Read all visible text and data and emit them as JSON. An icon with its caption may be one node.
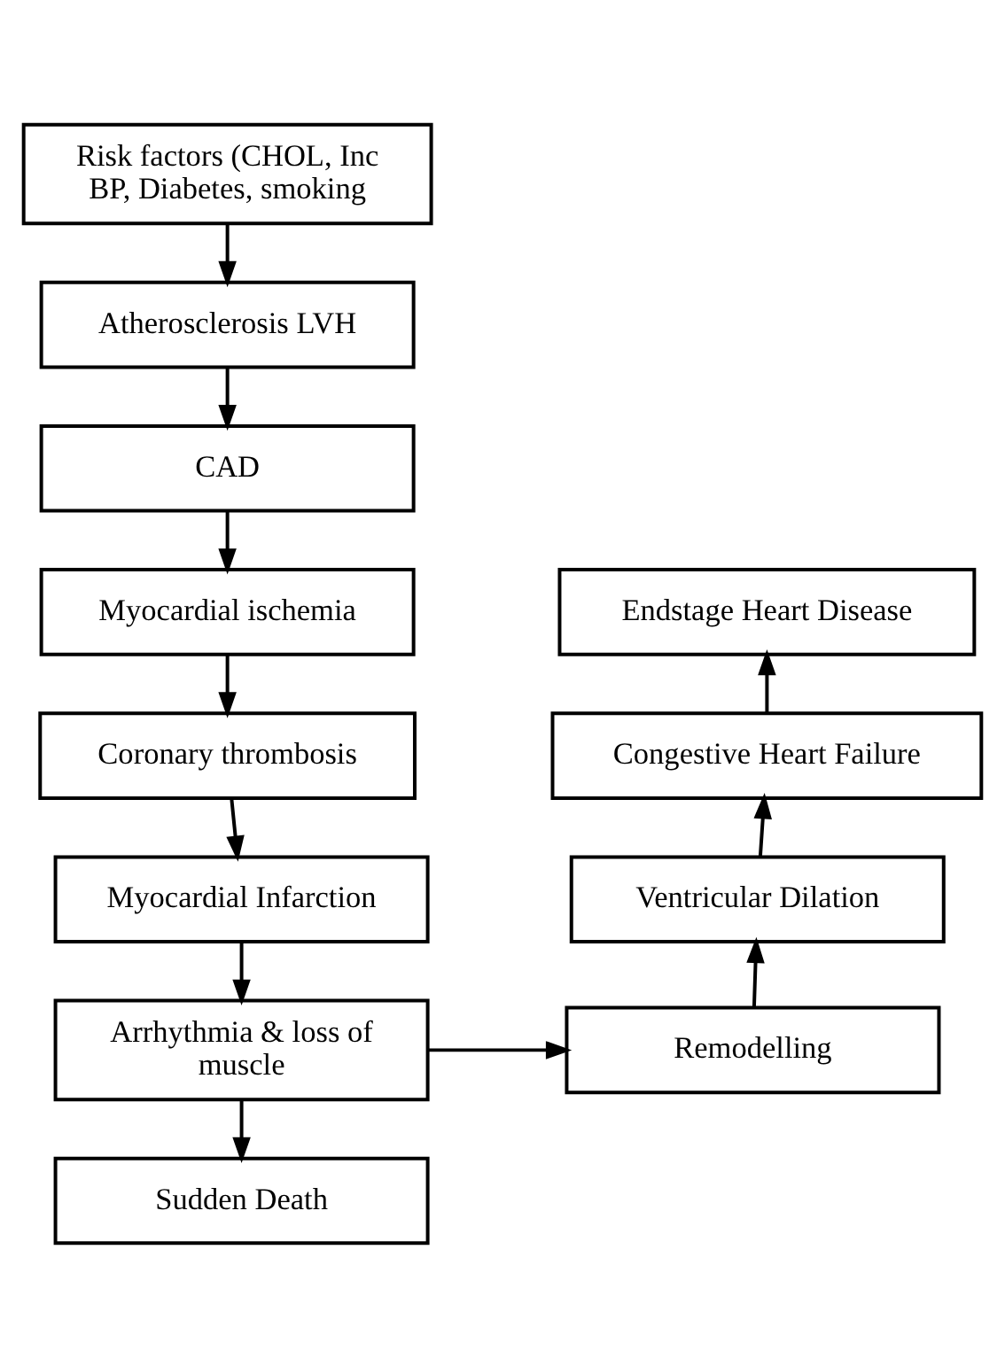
{
  "diagram": {
    "nodes": [
      {
        "text": [
          "Risk factors (CHOL, Inc BP, Diabetes, smoking"
        ]
      },
      {
        "text": [
          "Atherosclerosis LVH"
        ]
      },
      {
        "text": [
          "CAD"
        ]
      },
      {
        "text": [
          "Myocardial ischemia"
        ]
      },
      {
        "text": [
          "Coronary thrombosis"
        ]
      },
      {
        "text": [
          "Myocardial Infarction"
        ]
      },
      {
        "text": [
          "Arrhythmia & loss of muscle"
        ]
      },
      {
        "text": [
          "Sudden Death"
        ]
      },
      {
        "text": [
          "Remodelling"
        ]
      },
      {
        "text": [
          "Ventricular Dilation"
        ]
      },
      {
        "text": [
          "Congestive Heart Failure"
        ]
      },
      {
        "text": [
          "Endstage Heart Disease"
        ]
      }
    ],
    "edges": [
      {
        "from": 0,
        "to": 1,
        "arrow": "to"
      },
      {
        "from": 1,
        "to": 2,
        "arrow": "to"
      },
      {
        "from": 2,
        "to": 3,
        "arrow": "to"
      },
      {
        "from": 3,
        "to": 4,
        "arrow": "to"
      },
      {
        "from": 4,
        "to": 5,
        "arrow": "to"
      },
      {
        "from": 5,
        "to": 6,
        "arrow": "to"
      },
      {
        "from": 6,
        "to": 7,
        "arrow": "to"
      },
      {
        "from": 6,
        "to": 8,
        "arrow": "to"
      },
      {
        "from": 8,
        "to": 9,
        "arrow": "to"
      },
      {
        "from": 9,
        "to": 10,
        "arrow": "to"
      },
      {
        "from": 10,
        "to": 11,
        "arrow": "to"
      }
    ]
  }
}
